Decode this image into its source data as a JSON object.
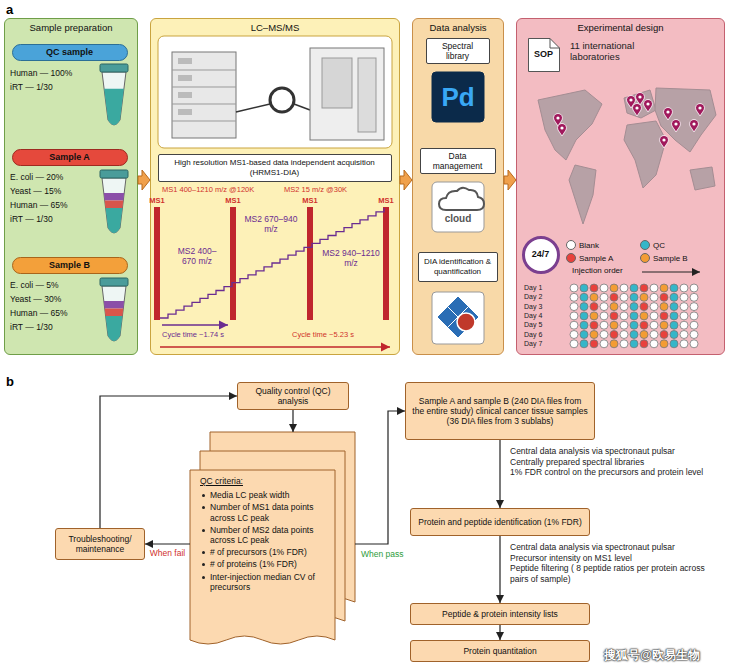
{
  "diagram": {
    "nodes": [
      {
        "text": [
          "Sample preparation"
        ]
      },
      {
        "text": [
          "QC sample"
        ],
        "in": 0
      },
      {
        "text": [
          "Sample A"
        ],
        "in": 0
      },
      {
        "text": [
          "Sample B"
        ],
        "in": 0
      },
      {
        "text": [
          "LC–MS/MS"
        ]
      },
      {
        "text": [
          "High resolution MS1-based data independent acquisition (HRMS1-DIA)"
        ],
        "in": 4
      },
      {
        "text": [
          "Data analysis"
        ]
      },
      {
        "text": [
          "Spectral library"
        ],
        "in": 6
      },
      {
        "text": [
          "Data management"
        ],
        "in": 6
      },
      {
        "text": [
          "DIA identification & quantification"
        ],
        "in": 6
      },
      {
        "text": [
          "Experimental design"
        ]
      },
      {
        "text": [
          "SOP"
        ],
        "in": 10
      },
      {
        "text": [
          "24/7"
        ],
        "in": 10
      },
      {
        "text": [
          "Quality control (QC) analysis"
        ]
      },
      {
        "text": [
          "QC criteria:",
          "Media LC peak width",
          "Number of MS1 data points across LC peak",
          "Number of MS2 data points across LC peak",
          "# of precursors (1% FDR)",
          "# of proteins (1% FDR)",
          "Inter-injection median CV of precursors"
        ]
      },
      {
        "text": [
          "Troubleshooting/ maintenance"
        ]
      },
      {
        "text": [
          "Sample A and sample B (240 DIA files from the entire study) clinical cancer tissue samples (36 DIA files from 3 sublabs)"
        ]
      },
      {
        "text": [
          "Protein and peptide identification (1% FDR)"
        ]
      },
      {
        "text": [
          "Peptide & protein intensity lists"
        ]
      },
      {
        "text": [
          "Protein quantitation"
        ]
      }
    ],
    "edges": [
      {
        "from": 0,
        "to": 4,
        "arrow": "to"
      },
      {
        "from": 4,
        "to": 6,
        "arrow": "to"
      },
      {
        "from": 6,
        "to": 10,
        "arrow": "to"
      },
      {
        "from": 13,
        "to": 14,
        "arrow": "to"
      },
      {
        "from": 14,
        "to": 15,
        "label": "When fail",
        "arrow": "to"
      },
      {
        "from": 15,
        "to": 13,
        "arrow": "to"
      },
      {
        "from": 14,
        "to": 16,
        "label": "When pass",
        "arrow": "to"
      },
      {
        "from": 16,
        "to": 17,
        "arrow": "to"
      },
      {
        "from": 17,
        "to": 18,
        "arrow": "to"
      },
      {
        "from": 18,
        "to": 19,
        "arrow": "to"
      }
    ],
    "labels": [
      "a",
      "Human — 100%",
      "iRT — 1/30",
      "E. coli — 20%",
      "Yeast — 15%",
      "Human — 65%",
      "iRT — 1/30",
      "E. coli — 5%",
      "Yeast — 30%",
      "Human — 65%",
      "iRT — 1/30",
      "MS1 400–1210 m/z @120K",
      "MS2 15 m/z @30K",
      "MS1",
      "MS1",
      "MS1",
      "MS1",
      "MS2 400–670 m/z",
      "MS2 670–940 m/z",
      "MS2 940–1210 m/z",
      "Cycle time ~1.74 s",
      "Cycle time ~5.23 s",
      "Pd",
      "cloud",
      "11 international laboratories",
      "Injection order",
      "Day 1",
      "Day 2",
      "Day 3",
      "Day 4",
      "Day 5",
      "Day 6",
      "Day 7",
      "b",
      "Central data analysis via spectronaut pulsar",
      "Centrally prepared spectral libraries",
      "1% FDR control on the precursors and protein level",
      "Central data analysis via spectronaut pulsar",
      "Precursor intensity on MS1 level",
      "Peptide filtering ( 8 peptide ratios per protein across pairs of sample)",
      "搜狐号@欧易生物"
    ],
    "legend": [
      {
        "text": "Blank",
        "color": "#ffffff"
      },
      {
        "text": "QC",
        "color": "#35b6c8"
      },
      {
        "text": "Sample A",
        "color": "#e8413c"
      },
      {
        "text": "Sample B",
        "color": "#f39c34"
      }
    ]
  }
}
